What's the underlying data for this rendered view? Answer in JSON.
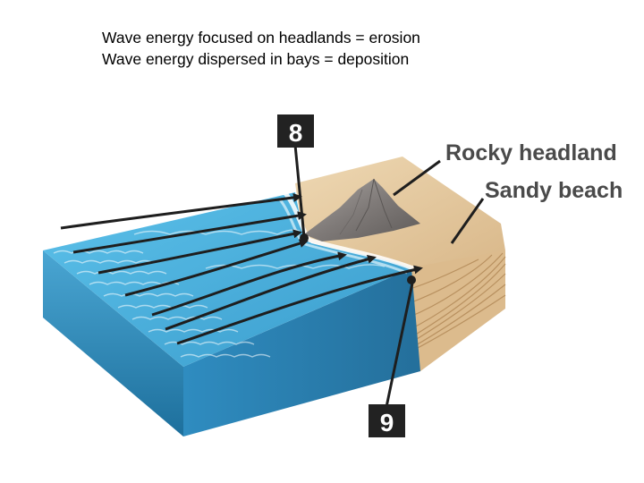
{
  "caption": {
    "line1": "Wave energy focused on headlands = erosion",
    "line2": "Wave energy dispersed in bays = deposition"
  },
  "labels": {
    "rocky_headland": "Rocky headland",
    "sandy_beach": "Sandy beach"
  },
  "markers": {
    "marker_8": "8",
    "marker_9": "9"
  },
  "colors": {
    "water_top": "#4fb3de",
    "water_side": "#2b86b5",
    "sand": "#e3c9a1",
    "sand_dark": "#c9a57a",
    "mountain": "#8a8583",
    "arrow": "#1e1e1e",
    "badge": "#222222"
  },
  "icons": [
    "wave-arrow-icon",
    "mountain-icon"
  ]
}
